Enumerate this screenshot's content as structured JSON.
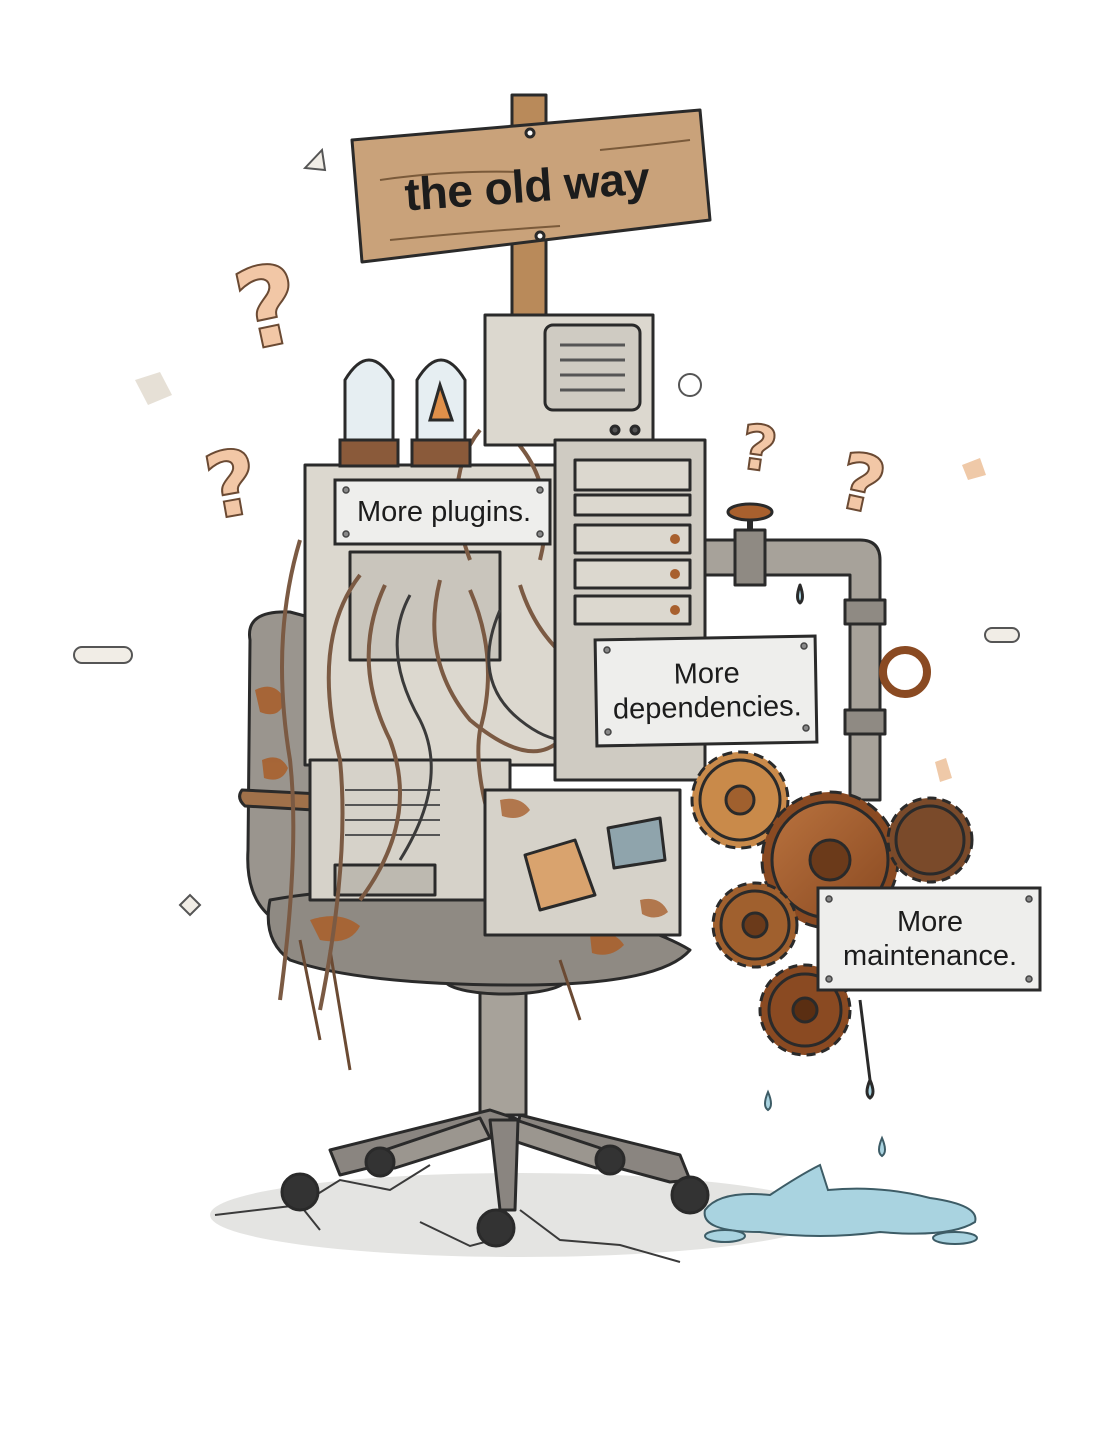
{
  "sign": {
    "title": "the old way"
  },
  "plates": {
    "plugins": "More plugins.",
    "dependencies_line1": "More",
    "dependencies_line2": "dependencies.",
    "maintenance_line1": "More",
    "maintenance_line2": "maintenance."
  },
  "colors": {
    "wood": "#c9a27a",
    "metal": "#d9d6cf",
    "rust": "#a8602e",
    "water": "#a9d3e0",
    "question_marks": "#f2c7a6",
    "outline": "#2a2a2a"
  }
}
